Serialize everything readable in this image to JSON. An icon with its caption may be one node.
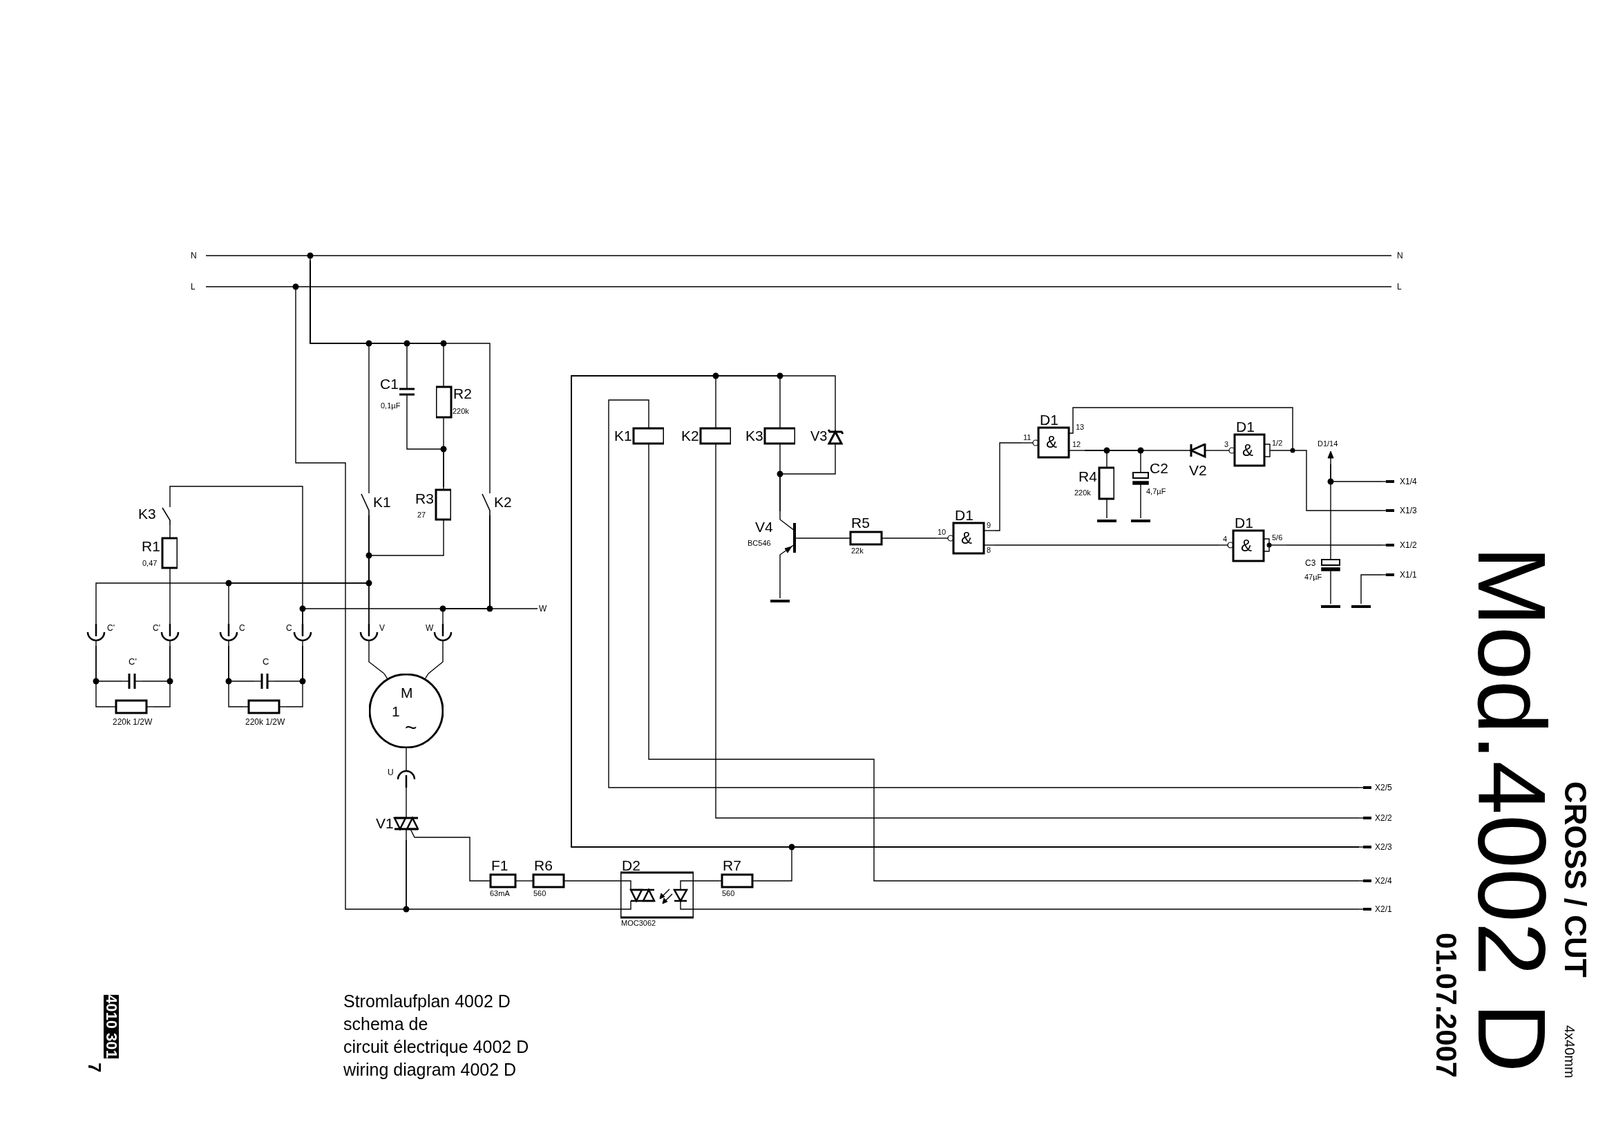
{
  "diagram": {
    "nodes": [
      {
        "text": [
          "N",
          "N"
        ]
      },
      {
        "text": [
          "L",
          "L"
        ]
      },
      {
        "text": [
          "C1",
          "0,1µF"
        ]
      },
      {
        "text": [
          "R2",
          "220k"
        ]
      },
      {
        "text": [
          "R3",
          "27"
        ]
      },
      {
        "text": [
          "K1"
        ]
      },
      {
        "text": [
          "K2"
        ]
      },
      {
        "text": [
          "K3"
        ]
      },
      {
        "text": [
          "R1",
          "0,47"
        ]
      },
      {
        "text": [
          "C'"
        ]
      },
      {
        "text": [
          "C'"
        ]
      },
      {
        "text": [
          "C"
        ]
      },
      {
        "text": [
          "C"
        ]
      },
      {
        "text": [
          "V"
        ]
      },
      {
        "text": [
          "W"
        ]
      },
      {
        "text": [
          "W"
        ]
      },
      {
        "text": [
          "C'"
        ]
      },
      {
        "text": [
          "220k 1/2W"
        ]
      },
      {
        "text": [
          "C"
        ]
      },
      {
        "text": [
          "220k 1/2W"
        ]
      },
      {
        "text": [
          "M",
          "1",
          "~"
        ]
      },
      {
        "text": [
          "U"
        ]
      },
      {
        "text": [
          "V1"
        ]
      },
      {
        "text": [
          "F1",
          "63mA"
        ]
      },
      {
        "text": [
          "R6",
          "560"
        ]
      },
      {
        "text": [
          "D2",
          "MOC3062"
        ]
      },
      {
        "text": [
          "R7",
          "560"
        ]
      },
      {
        "text": [
          "K1"
        ]
      },
      {
        "text": [
          "K2"
        ]
      },
      {
        "text": [
          "K3"
        ]
      },
      {
        "text": [
          "V3"
        ]
      },
      {
        "text": [
          "V4",
          "BC546"
        ]
      },
      {
        "text": [
          "R5",
          "22k"
        ]
      },
      {
        "text": [
          "D1",
          "10",
          "&",
          "9",
          "8"
        ]
      },
      {
        "text": [
          "D1",
          "11",
          "&",
          "13",
          "12"
        ]
      },
      {
        "text": [
          "R4",
          "220k"
        ]
      },
      {
        "text": [
          "C2",
          "4,7µF"
        ]
      },
      {
        "text": [
          "V2"
        ]
      },
      {
        "text": [
          "D1",
          "3",
          "&",
          "1/2"
        ]
      },
      {
        "text": [
          "D1",
          "4",
          "&",
          "5/6"
        ]
      },
      {
        "text": [
          "C3",
          "47µF"
        ]
      },
      {
        "text": [
          "D1/14"
        ]
      },
      {
        "text": [
          "X1/4"
        ]
      },
      {
        "text": [
          "X1/3"
        ]
      },
      {
        "text": [
          "X1/2"
        ]
      },
      {
        "text": [
          "X1/1"
        ]
      },
      {
        "text": [
          "X2/5"
        ]
      },
      {
        "text": [
          "X2/2"
        ]
      },
      {
        "text": [
          "X2/3"
        ]
      },
      {
        "text": [
          "X2/4"
        ]
      },
      {
        "text": [
          "X2/1"
        ]
      },
      {
        "text": [],
        "shape": "bar"
      },
      {
        "text": [],
        "shape": "bar"
      },
      {
        "text": [],
        "shape": "bar"
      },
      {
        "text": [],
        "shape": "bar"
      },
      {
        "text": [],
        "shape": "bar"
      }
    ],
    "edges": [
      {
        "from": 0,
        "to": 5,
        "arrow": "none"
      },
      {
        "from": 0,
        "to": 2,
        "arrow": "none"
      },
      {
        "from": 0,
        "to": 3,
        "arrow": "none"
      },
      {
        "from": 0,
        "to": 6,
        "arrow": "none"
      },
      {
        "from": 2,
        "to": 4,
        "arrow": "none"
      },
      {
        "from": 3,
        "to": 4,
        "arrow": "none"
      },
      {
        "from": 4,
        "to": 13,
        "arrow": "none"
      },
      {
        "from": 5,
        "to": 13,
        "arrow": "none"
      },
      {
        "from": 5,
        "to": 9,
        "arrow": "none"
      },
      {
        "from": 5,
        "to": 11,
        "arrow": "none"
      },
      {
        "from": 7,
        "to": 8,
        "arrow": "none"
      },
      {
        "from": 8,
        "to": 10,
        "arrow": "none"
      },
      {
        "from": 7,
        "to": 12,
        "arrow": "none"
      },
      {
        "from": 6,
        "to": 12,
        "arrow": "none"
      },
      {
        "from": 6,
        "to": 14,
        "arrow": "none"
      },
      {
        "from": 6,
        "to": 15,
        "arrow": "none"
      },
      {
        "from": 9,
        "to": 16,
        "arrow": "none"
      },
      {
        "from": 10,
        "to": 16,
        "arrow": "none"
      },
      {
        "from": 9,
        "to": 17,
        "arrow": "none"
      },
      {
        "from": 10,
        "to": 17,
        "arrow": "none"
      },
      {
        "from": 11,
        "to": 18,
        "arrow": "none"
      },
      {
        "from": 12,
        "to": 18,
        "arrow": "none"
      },
      {
        "from": 11,
        "to": 19,
        "arrow": "none"
      },
      {
        "from": 12,
        "to": 19,
        "arrow": "none"
      },
      {
        "from": 13,
        "to": 20,
        "arrow": "none"
      },
      {
        "from": 14,
        "to": 20,
        "arrow": "none"
      },
      {
        "from": 20,
        "to": 21,
        "arrow": "none"
      },
      {
        "from": 21,
        "to": 22,
        "arrow": "none"
      },
      {
        "from": 1,
        "to": 22,
        "arrow": "none"
      },
      {
        "from": 22,
        "to": 23,
        "arrow": "none"
      },
      {
        "from": 23,
        "to": 24,
        "arrow": "none"
      },
      {
        "from": 24,
        "to": 25,
        "arrow": "none"
      },
      {
        "from": 22,
        "to": 25,
        "arrow": "none"
      },
      {
        "from": 25,
        "to": 26,
        "arrow": "none"
      },
      {
        "from": 25,
        "to": 50,
        "arrow": "none"
      },
      {
        "from": 26,
        "to": 48,
        "arrow": "none"
      },
      {
        "from": 27,
        "to": 46,
        "arrow": "none"
      },
      {
        "from": 27,
        "to": 49,
        "arrow": "none"
      },
      {
        "from": 28,
        "to": 48,
        "arrow": "none"
      },
      {
        "from": 28,
        "to": 47,
        "arrow": "none"
      },
      {
        "from": 29,
        "to": 48,
        "arrow": "none"
      },
      {
        "from": 30,
        "to": 48,
        "arrow": "none"
      },
      {
        "from": 29,
        "to": 31,
        "arrow": "none"
      },
      {
        "from": 30,
        "to": 31,
        "arrow": "none"
      },
      {
        "from": 31,
        "to": 51,
        "arrow": "none"
      },
      {
        "from": 31,
        "to": 32,
        "arrow": "none"
      },
      {
        "from": 32,
        "to": 33,
        "arrow": "none"
      },
      {
        "from": 33,
        "to": 34,
        "arrow": "none"
      },
      {
        "from": 33,
        "to": 39,
        "arrow": "none"
      },
      {
        "from": 34,
        "to": 35,
        "arrow": "none"
      },
      {
        "from": 34,
        "to": 36,
        "arrow": "none"
      },
      {
        "from": 34,
        "to": 37,
        "arrow": "none"
      },
      {
        "from": 37,
        "to": 38,
        "arrow": "none"
      },
      {
        "from": 34,
        "to": 38,
        "arrow": "none"
      },
      {
        "from": 38,
        "to": 43,
        "arrow": "none"
      },
      {
        "from": 35,
        "to": 52,
        "arrow": "none"
      },
      {
        "from": 36,
        "to": 53,
        "arrow": "none"
      },
      {
        "from": 39,
        "to": 44,
        "arrow": "none"
      },
      {
        "from": 41,
        "to": 42,
        "arrow": "none"
      },
      {
        "from": 41,
        "to": 40,
        "arrow": "none"
      },
      {
        "from": 40,
        "to": 54,
        "arrow": "none"
      },
      {
        "from": 45,
        "to": 55,
        "arrow": "none"
      }
    ],
    "labels": [
      "Stromlaufplan 4002 D",
      "schema de",
      "circuit électrique 4002 D",
      "wiring diagram 4002 D",
      "4010 301",
      "7",
      "Mod.4002 D",
      "CROSS / CUT",
      "01.07.2007",
      "4x40mm"
    ]
  }
}
